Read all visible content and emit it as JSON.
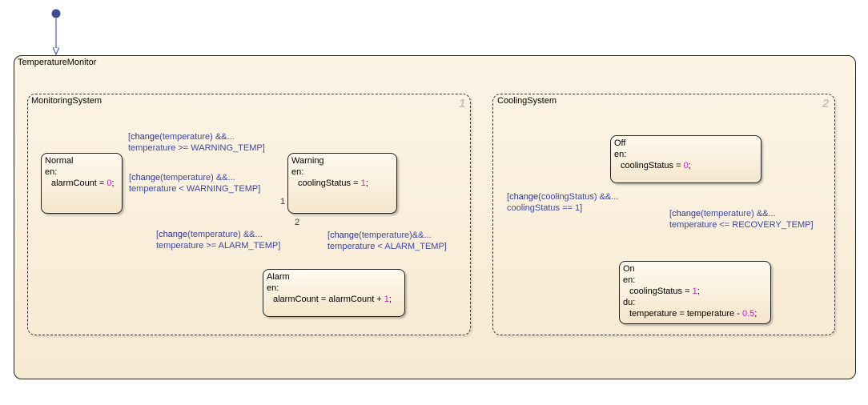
{
  "chart": {
    "name": "TemperatureMonitor",
    "monitoring": {
      "name": "MonitoringSystem",
      "order": "1",
      "normal": {
        "name": "Normal",
        "en": "en:",
        "action_lhs": "alarmCount = ",
        "action_num": "0",
        "action_end": ";"
      },
      "warning": {
        "name": "Warning",
        "en": "en:",
        "action_lhs": "coolingStatus = ",
        "action_num": "1",
        "action_end": ";"
      },
      "alarm": {
        "name": "Alarm",
        "en": "en:",
        "action_lhs": "alarmCount = alarmCount + ",
        "action_num": "1",
        "action_end": ";"
      },
      "transitions": {
        "normal_to_warning": {
          "open": "[",
          "fn": "change",
          "rest": "(temperature) &&...",
          "line2": "temperature >= WARNING_TEMP]"
        },
        "warning_to_normal": {
          "open": "[",
          "fn": "change",
          "rest": "(temperature) &&...",
          "line2": "temperature < WARNING_TEMP]",
          "priority": "1"
        },
        "warning_to_alarm": {
          "open": "[",
          "fn": "change",
          "rest": "(temperature) &&...",
          "line2": "temperature >= ALARM_TEMP]",
          "priority": "2"
        },
        "alarm_to_warning": {
          "open": "[",
          "fn": "change",
          "rest": "(temperature)&&...",
          "line2": "temperature < ALARM_TEMP]"
        }
      }
    },
    "cooling": {
      "name": "CoolingSystem",
      "order": "2",
      "off": {
        "name": "Off",
        "en": "en:",
        "action_lhs": "coolingStatus = ",
        "action_num": "0",
        "action_end": ";"
      },
      "on": {
        "name": "On",
        "en": "en:",
        "action_lhs": "coolingStatus = ",
        "action_num": "1",
        "action_end": ";",
        "du": "du:",
        "du_lhs": "temperature = temperature - ",
        "du_num": "0.5",
        "du_end": ";"
      },
      "transitions": {
        "off_to_on": {
          "open": "[",
          "fn": "change",
          "rest": "(coolingStatus) &&...",
          "line2": "coolingStatus == 1]"
        },
        "on_to_off": {
          "open": "[",
          "fn": "change",
          "rest": "(temperature) &&...",
          "line2": "temperature <= RECOVERY_TEMP]"
        }
      }
    }
  },
  "colors": {
    "junction": "#3f4a8f",
    "transition": "#4a5ab0",
    "label": "#3c48a0",
    "numeric_literal": "#c81ec8",
    "state_fill": "#f7ead2",
    "order_number": "#c9c2b6"
  }
}
